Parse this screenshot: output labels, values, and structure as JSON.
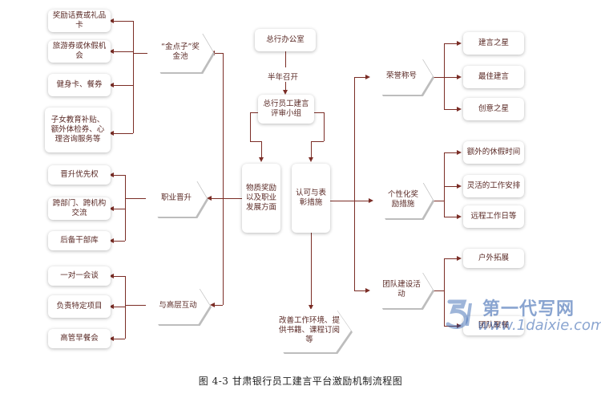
{
  "nodes": {
    "office": "总行办公室",
    "semiannual": "半年召开",
    "committee": "总行员工建言评审小组",
    "material": "物质奖励以及职业发展方面",
    "recognition": "认可与表彰措施",
    "improve": "改善工作环境、提供书籍、课程订阅等",
    "pool": "“金点子”奖金池",
    "pool_items": [
      "奖励话费或礼品卡",
      "旅游券或休假机会",
      "健身卡、餐券",
      "子女教育补贴、额外体检券、心理咨询服务等"
    ],
    "promotion": "职业晋升",
    "promotion_items": [
      "晋升优先权",
      "跨部门、跨机构交流",
      "后备干部库"
    ],
    "exec": "与高层互动",
    "exec_items": [
      "一对一会谈",
      "负责特定项目",
      "高管早餐会"
    ],
    "honor": "荣誉称号",
    "honor_items": [
      "建言之星",
      "最佳建言",
      "创意之星"
    ],
    "personal": "个性化奖励措施",
    "personal_items": [
      "额外的休假时间",
      "灵活的工作安排",
      "远程工作日等"
    ],
    "team": "团队建设活动",
    "team_items": [
      "户外拓展",
      "团队聚餐"
    ]
  },
  "caption": "图 4-3   甘肃银行员工建言平台激励机制流程图",
  "watermark": {
    "title": "第一代写网",
    "url": "www.1daixie.com"
  },
  "colors": {
    "line": "#7b2d26",
    "text": "#5a2a26",
    "watermark": "#285aaa"
  }
}
